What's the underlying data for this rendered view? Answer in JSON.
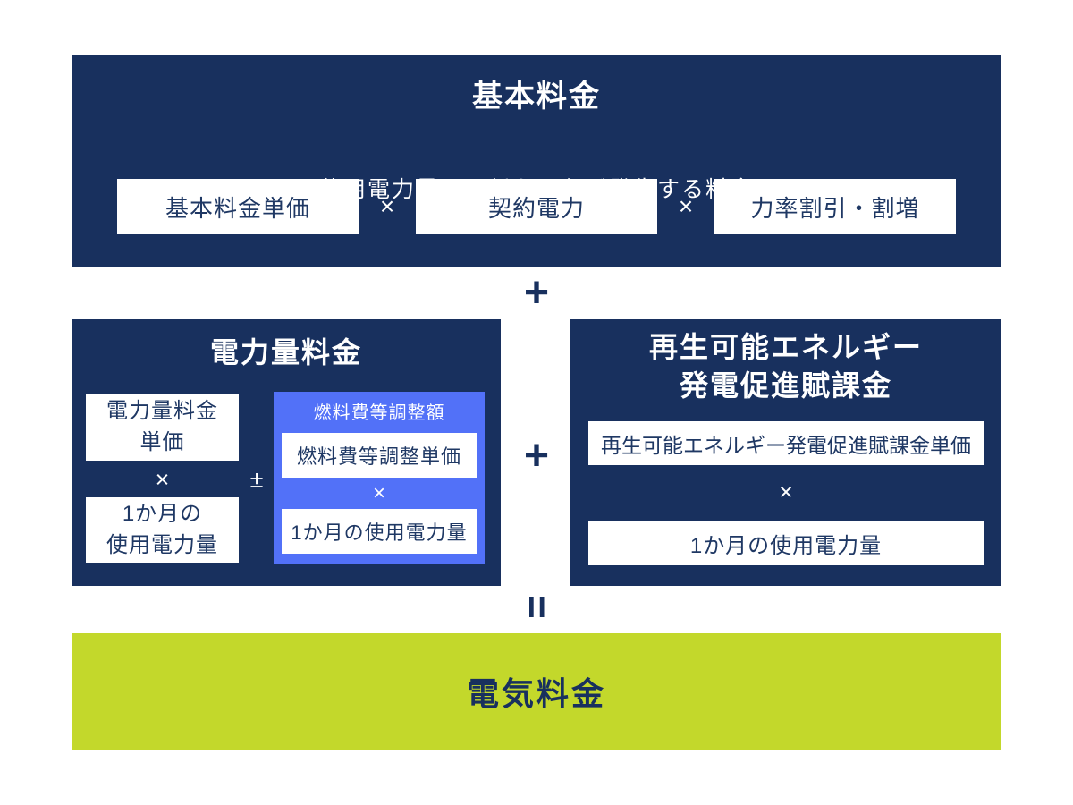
{
  "colors": {
    "navy": "#18305E",
    "blue": "#5271F8",
    "lime": "#C3D82B",
    "white": "#FFFFFF"
  },
  "operators": {
    "plus": "+",
    "multiply": "×",
    "plus_minus": "±",
    "equals": "="
  },
  "basic_charge": {
    "title": "基本料金",
    "subtitle": "使用電力量に関係なく必ず発生する料金",
    "items": [
      "基本料金単価",
      "契約電力",
      "力率割引・割増"
    ]
  },
  "energy_charge": {
    "title": "電力量料金",
    "unit_price": "電力量料金\n単価",
    "monthly_usage": "1か月の\n使用電力量",
    "fuel_adjustment": {
      "title": "燃料費等調整額",
      "unit_price": "燃料費等調整単価",
      "monthly_usage": "1か月の使用電力量"
    }
  },
  "renewable_surcharge": {
    "title": "再生可能エネルギー\n発電促進賦課金",
    "unit_price": "再生可能エネルギー発電促進賦課金単価",
    "monthly_usage": "1か月の使用電力量"
  },
  "total": {
    "title": "電気料金"
  }
}
